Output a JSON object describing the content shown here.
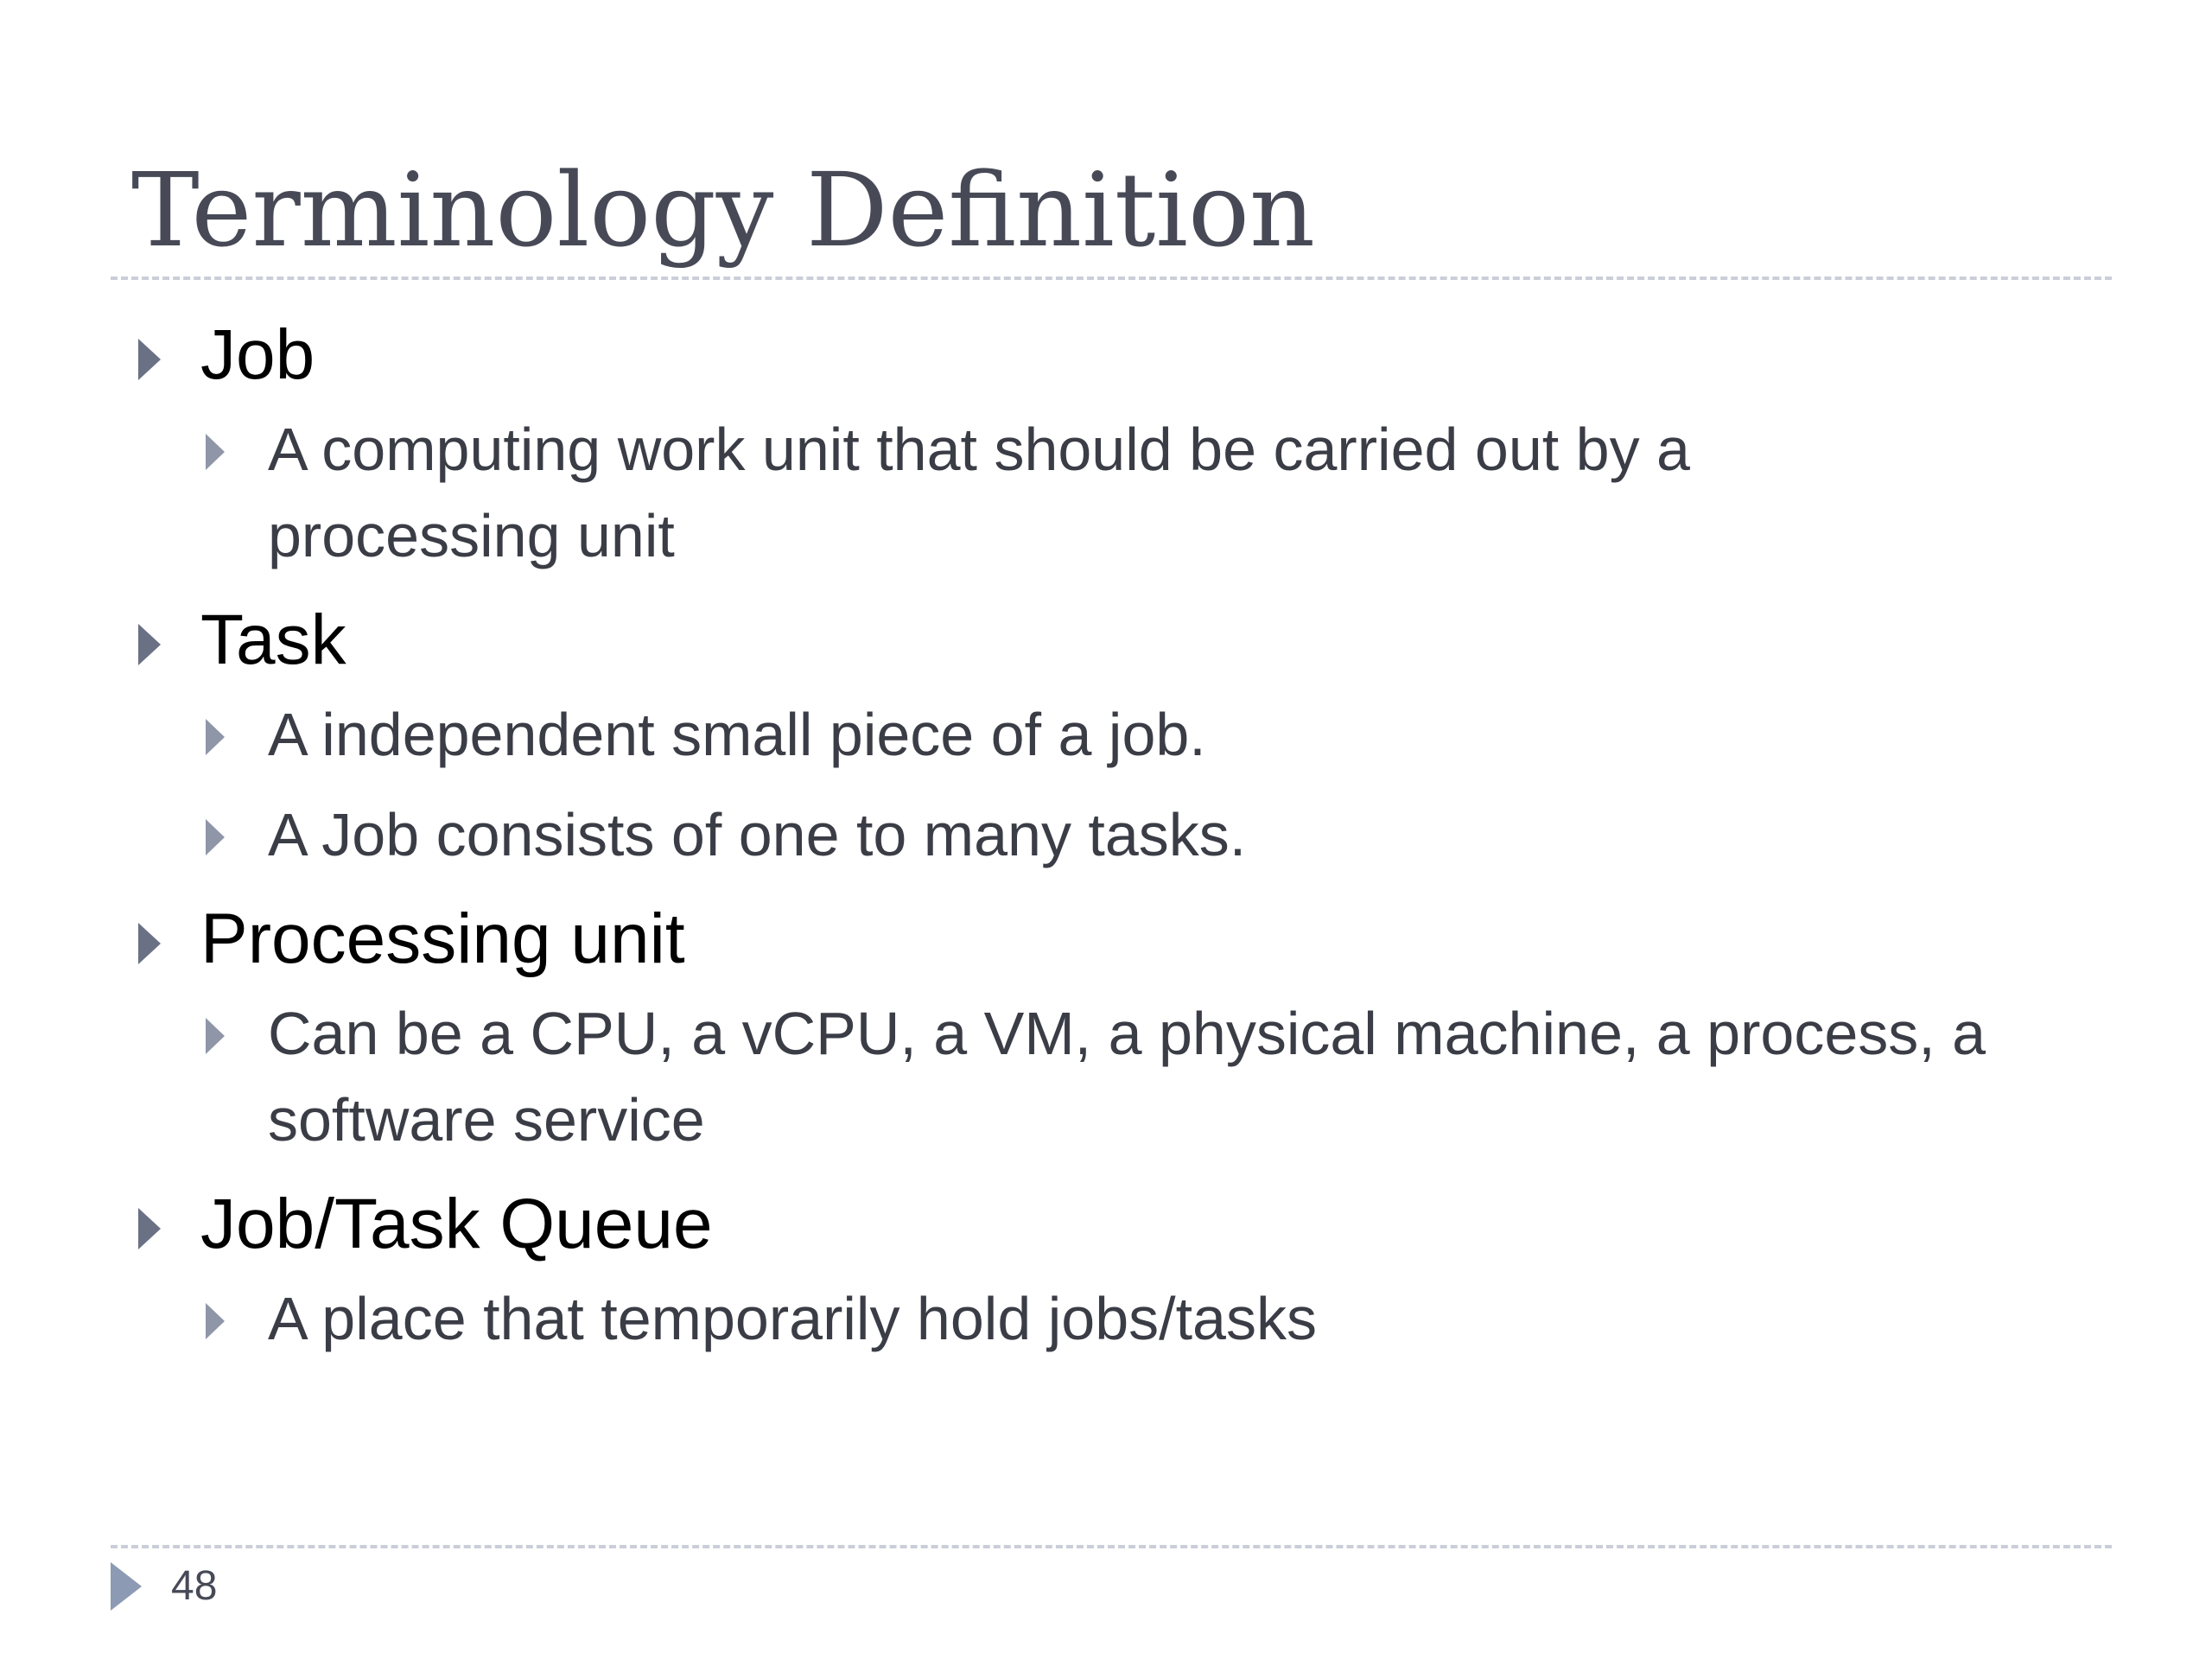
{
  "slide": {
    "title": "Terminology Definition",
    "page_number": "48",
    "items": [
      {
        "term": "Job",
        "details": [
          "A computing work unit that should be carried out by a processing unit"
        ]
      },
      {
        "term": "Task",
        "details": [
          "A independent small piece of a job.",
          "A Job consists of one to many tasks."
        ]
      },
      {
        "term": "Processing unit",
        "details": [
          "Can be a CPU, a vCPU, a VM, a physical machine, a process, a software service"
        ]
      },
      {
        "term": "Job/Task Queue",
        "details": [
          "A place that temporarily hold jobs/tasks"
        ]
      }
    ]
  },
  "colors": {
    "title": "#474a56",
    "bullet_l1": "#6b7185",
    "bullet_l2": "#8f96a8",
    "rule": "#c9ced8"
  }
}
